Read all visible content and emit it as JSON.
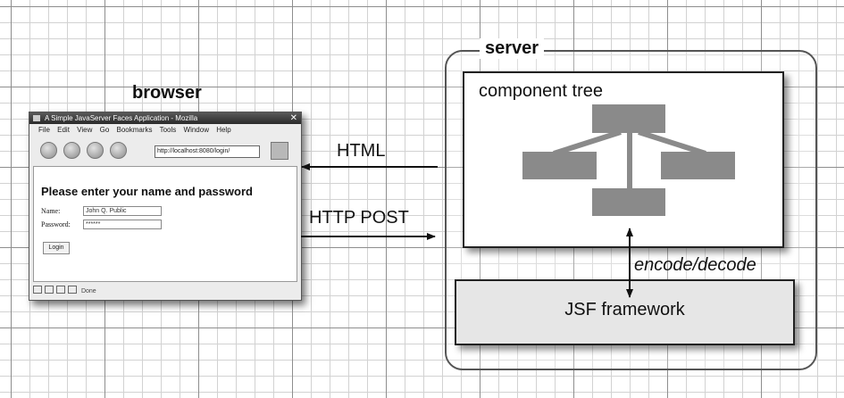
{
  "diagram": {
    "browser_caption": "browser",
    "server_caption": "server",
    "component_tree_label": "component tree",
    "framework_label": "JSF framework",
    "response_label": "HTML",
    "request_label": "HTTP POST",
    "link_label": "encode/decode"
  },
  "browser_window": {
    "title": "A Simple JavaServer Faces Application - Mozilla",
    "close_glyph": "✕",
    "menu": [
      "File",
      "Edit",
      "View",
      "Go",
      "Bookmarks",
      "Tools",
      "Window",
      "Help"
    ],
    "url": "http://localhost:8080/login/",
    "page": {
      "heading": "Please enter your name and password",
      "name_label": "Name:",
      "name_value": "John Q. Public",
      "password_label": "Password:",
      "password_value": "******",
      "login_button": "Login"
    },
    "status": "Done"
  }
}
